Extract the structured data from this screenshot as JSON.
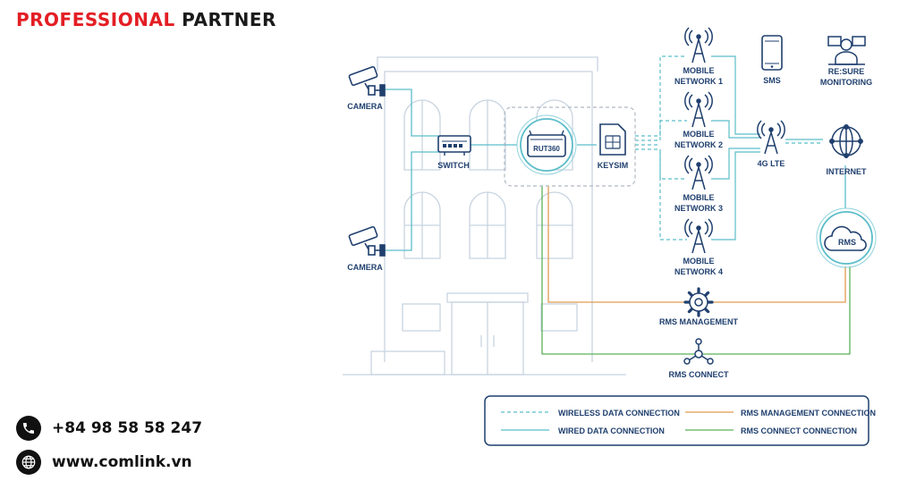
{
  "brand": {
    "word1": "PROFESSIONAL",
    "word2": "PARTNER"
  },
  "contact": {
    "phone": "+84 98 58 58 247",
    "website": "www.comlink.vn"
  },
  "nodes": {
    "camera_top": "CAMERA",
    "camera_bottom": "CAMERA",
    "switch": "SWITCH",
    "router": "RUT360",
    "keysim": "KEYSIM",
    "mobile_1": [
      "MOBILE",
      "NETWORK 1"
    ],
    "mobile_2": [
      "MOBILE",
      "NETWORK 2"
    ],
    "mobile_3": [
      "MOBILE",
      "NETWORK 3"
    ],
    "mobile_4": [
      "MOBILE",
      "NETWORK 4"
    ],
    "sms": "SMS",
    "resure": [
      "RE:SURE",
      "MONITORING"
    ],
    "lte": "4G LTE",
    "internet": "INTERNET",
    "rms": "RMS",
    "rms_management": "RMS MANAGEMENT",
    "rms_connect": "RMS CONNECT"
  },
  "legend": {
    "wireless": "WIRELESS DATA CONNECTION",
    "wired": "WIRED DATA CONNECTION",
    "management": "RMS MANAGEMENT CONNECTION",
    "connect": "RMS CONNECT CONNECTION"
  },
  "colors": {
    "brand_red": "#e31e24",
    "wireless": "#5bbdc9",
    "wired": "#5bbdc9",
    "management": "#e09a52",
    "connect": "#5bb25a",
    "building": "#c8d4e0",
    "icon": "#1f3f6e"
  }
}
